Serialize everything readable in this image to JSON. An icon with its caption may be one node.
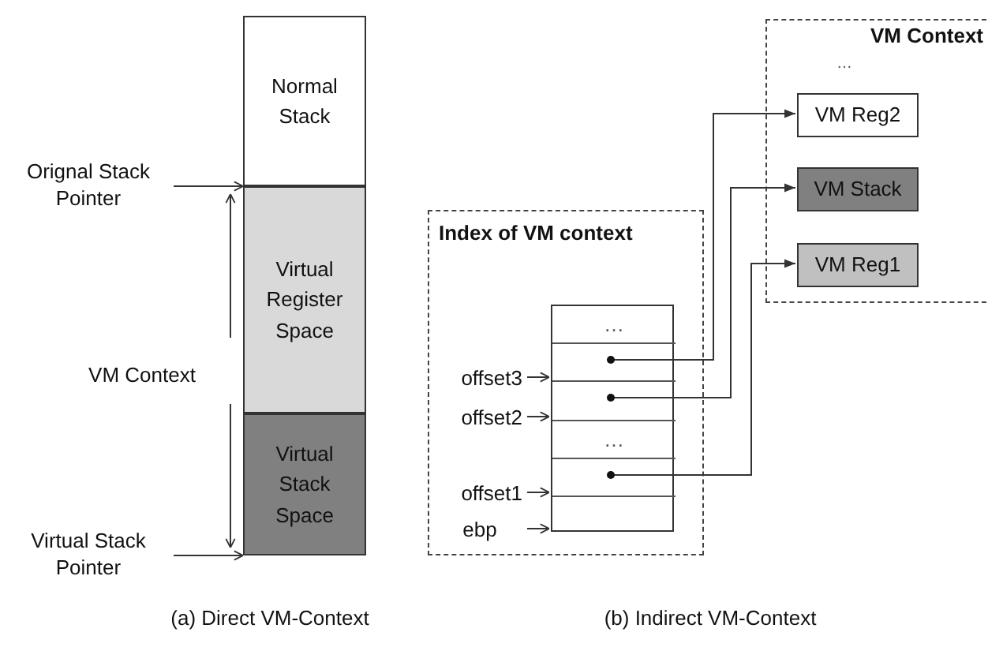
{
  "diagram": {
    "nodes": [
      {
        "text": [
          "Normal Stack"
        ]
      },
      {
        "text": [
          "Virtual Register Space"
        ]
      },
      {
        "text": [
          "Virtual Stack Space"
        ]
      },
      {
        "text": [
          "Orignal Stack Pointer"
        ]
      },
      {
        "text": [
          "Virtual Stack Pointer"
        ]
      },
      {
        "text": [
          "Index of VM context"
        ]
      },
      {
        "text": [],
        "shape": "box",
        "in": 5
      },
      {
        "text": [
          "…"
        ],
        "in": 6
      },
      {
        "text": [],
        "shape": "box",
        "in": 6
      },
      {
        "text": [],
        "shape": "box",
        "in": 6
      },
      {
        "text": [
          "…"
        ],
        "in": 6
      },
      {
        "text": [],
        "shape": "box",
        "in": 6
      },
      {
        "text": [],
        "shape": "box",
        "in": 6
      },
      {
        "text": [
          "offset3"
        ],
        "in": 5
      },
      {
        "text": [
          "offset2"
        ],
        "in": 5
      },
      {
        "text": [
          "offset1"
        ],
        "in": 5
      },
      {
        "text": [
          "ebp"
        ],
        "in": 5
      },
      {
        "text": [
          "VM Context",
          "…"
        ]
      },
      {
        "text": [
          "VM Reg2"
        ],
        "in": 17
      },
      {
        "text": [
          "VM Stack"
        ],
        "in": 17
      },
      {
        "text": [
          "VM Reg1"
        ],
        "in": 17
      }
    ],
    "edges": [
      {
        "from": 3,
        "to": 1,
        "arrow": "to"
      },
      {
        "from": 4,
        "to": 2,
        "arrow": "to"
      },
      {
        "from": 13,
        "to": 6,
        "arrow": "to"
      },
      {
        "from": 14,
        "to": 6,
        "arrow": "to"
      },
      {
        "from": 15,
        "to": 6,
        "arrow": "to"
      },
      {
        "from": 16,
        "to": 6,
        "arrow": "to"
      },
      {
        "from": 8,
        "to": 18,
        "arrow": "to"
      },
      {
        "from": 9,
        "to": 19,
        "arrow": "to"
      },
      {
        "from": 11,
        "to": 20,
        "arrow": "to"
      }
    ],
    "labels": [
      "VM Context",
      "(a) Direct VM-Context",
      "(b) Indirect VM-Context"
    ]
  }
}
